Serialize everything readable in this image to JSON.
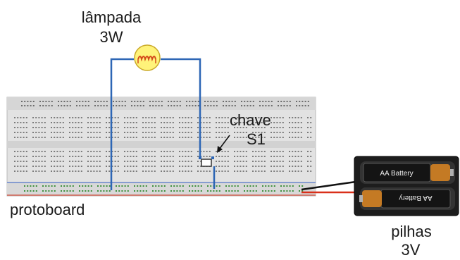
{
  "labels": {
    "lamp_title": "lâmpada",
    "lamp_power": "3W",
    "switch_title": "chave",
    "switch_name": "S1",
    "breadboard": "protoboard",
    "batteries_title": "pilhas",
    "batteries_voltage": "3V"
  },
  "battery": {
    "cell_top_text": "AA Battery",
    "cell_bottom_text": "AA Battery"
  },
  "colors": {
    "wire": "#2d66b5",
    "red_wire": "#d9301a",
    "black_wire": "#111111",
    "lamp_glass": "#fff37a",
    "filament": "#d44a1a",
    "battery_cap": "#c47a24",
    "board": "#dedede"
  }
}
